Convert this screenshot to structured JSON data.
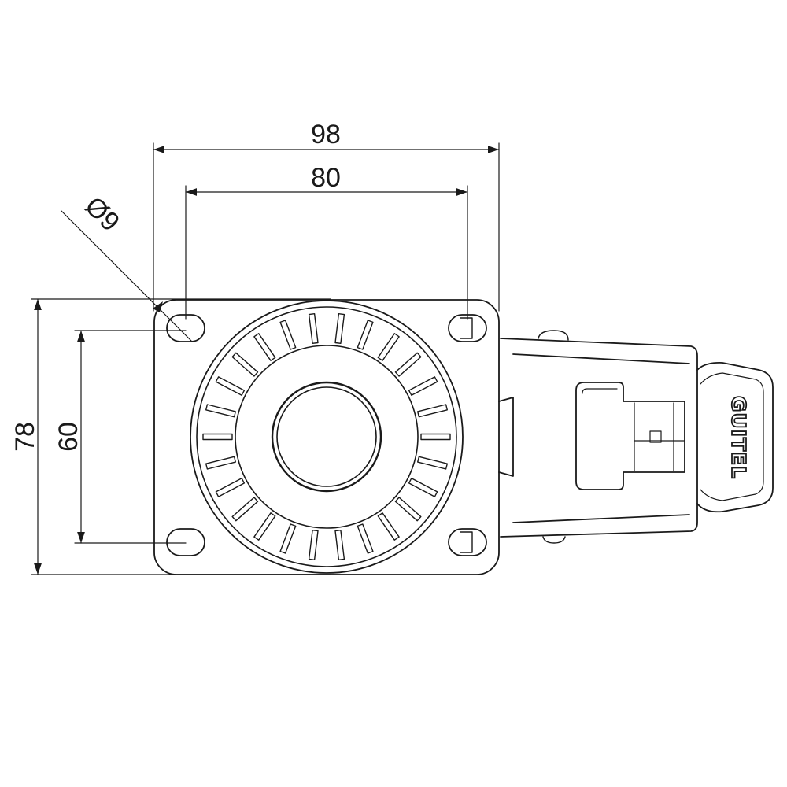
{
  "dimensions": {
    "overall_width": "98",
    "hole_spacing_width": "80",
    "overall_height": "78",
    "hole_spacing_height": "60",
    "hole_diameter": "Ø9"
  },
  "brand_text": "GUITEL",
  "colors": {
    "line": "#1a1a1a",
    "background": "#ffffff"
  }
}
